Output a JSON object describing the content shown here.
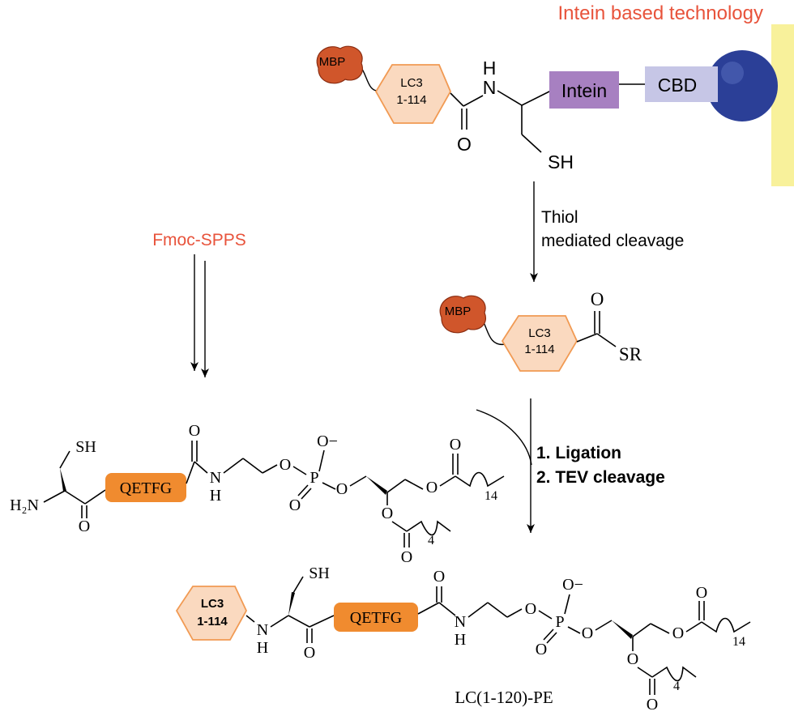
{
  "header": {
    "title": "Intein based technology"
  },
  "colors": {
    "title": "#e8533b",
    "mbp": "#d0562b",
    "lc3_fill": "#fad9bf",
    "lc3_stroke": "#f19a53",
    "intein": "#a780c1",
    "cbd": "#c6c6e6",
    "bead": "#2b3f97",
    "resin": "#f8f19b",
    "qetfg": "#f08b2f",
    "bond": "#000000"
  },
  "top_construct": {
    "mbp": "MBP",
    "lc3_line1": "LC3",
    "lc3_line2": "1-114",
    "amide_n": "N",
    "amide_h": "H",
    "carbonyl_o": "O",
    "thiol": "SH",
    "intein": "Intein",
    "cbd": "CBD"
  },
  "step1": {
    "line1": "Thiol",
    "line2": "mediated cleavage"
  },
  "thioester": {
    "mbp": "MBP",
    "lc3_line1": "LC3",
    "lc3_line2": "1-114",
    "carbonyl_o": "O",
    "sr": "SR"
  },
  "spps": {
    "label": "Fmoc-SPPS"
  },
  "step2": {
    "line1": "1. Ligation",
    "line2": "2. TEV cleavage"
  },
  "peptide_pe": {
    "sh": "SH",
    "h2n": "H₂N",
    "o_carbonyl": "O",
    "qetfg": "QETFG",
    "o_amide": "O",
    "n": "N",
    "h": "H",
    "o_ester": "O",
    "p": "P",
    "o_minus": "O−",
    "o_p_double": "O",
    "o_p_link": "O",
    "o_acyl1": "O",
    "o_acyl1_carbonyl": "O",
    "n14": "14",
    "o_acyl2": "O",
    "o_acyl2_carbonyl": "O",
    "n4": "4"
  },
  "product": {
    "lc3_line1": "LC3",
    "lc3_line2": "1-114",
    "n_link": "N",
    "h_link": "H",
    "sh": "SH",
    "o_carbonyl": "O",
    "qetfg": "QETFG",
    "o_amide": "O",
    "n": "N",
    "h": "H",
    "o_ester": "O",
    "p": "P",
    "o_minus": "O−",
    "o_p_double": "O",
    "o_p_link": "O",
    "o_acyl1": "O",
    "o_acyl1_carbonyl": "O",
    "n14": "14",
    "o_acyl2": "O",
    "o_acyl2_carbonyl": "O",
    "n4": "4",
    "caption": "LC(1-120)-PE"
  }
}
